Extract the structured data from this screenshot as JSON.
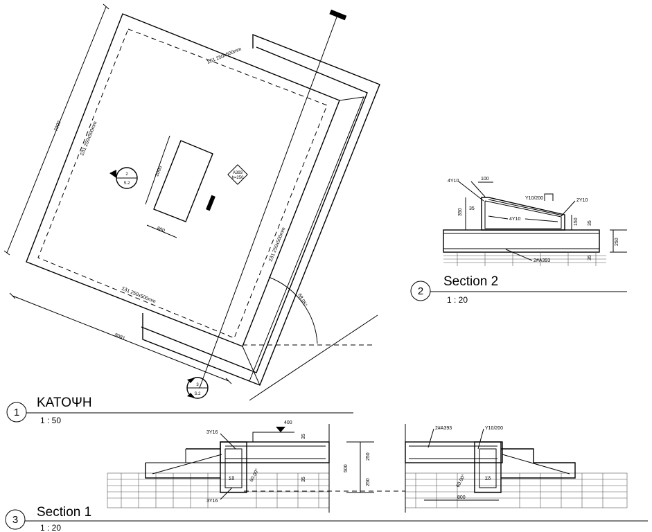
{
  "views": {
    "plan": {
      "number": "1",
      "title": "ΚΑΤΟΨΗ",
      "scale": "1 : 50",
      "dim_width": "7000",
      "dim_length": "8081",
      "angle": "68.05°",
      "beam_top": "Σδ1 250x500mm",
      "beam_left": "Σδ1 250x500mm",
      "beam_bottom": "Σδ1 250x500mm",
      "beam_right": "Σδ1 250x500mm",
      "opening_height": "2000",
      "opening_width": "880",
      "mesh_tag_line1": "A393",
      "mesh_tag_line2": "h=250",
      "marker_section2_num": "2",
      "marker_section2_sheet": "S.2",
      "marker_section3_num": "3",
      "marker_section3_sheet": "S.2"
    },
    "section2": {
      "number": "2",
      "title": "Section 2",
      "scale": "1 : 20",
      "labels": {
        "bars_4y10_top": "4Y10",
        "dim_100": "100",
        "stirrup": "Y10/200",
        "bars_2y10": "2Y10",
        "dim_350": "350",
        "dim_35_a": "35",
        "bars_4y10": "4Y10",
        "dim_150": "150",
        "dim_35_b": "35",
        "dim_250": "250",
        "mesh": "2#A393",
        "dim_35_c": "35"
      }
    },
    "section1": {
      "number": "3",
      "title": "Section 1",
      "scale": "1 : 20",
      "labels": {
        "level": "400",
        "bars_top": "3Y16",
        "bars_bottom": "3Y16",
        "dim_35_top": "35",
        "dim_35_bottom": "35",
        "dim_500": "500",
        "dim_250_top": "250",
        "dim_250_bottom": "250",
        "beam_left": "Σδ",
        "beam_right": "Σδ",
        "angle_left": "60.00°",
        "angle_right": "60.00°",
        "mesh": "2#A393",
        "stirrup": "Y10/200",
        "dim_800": "800"
      }
    }
  }
}
